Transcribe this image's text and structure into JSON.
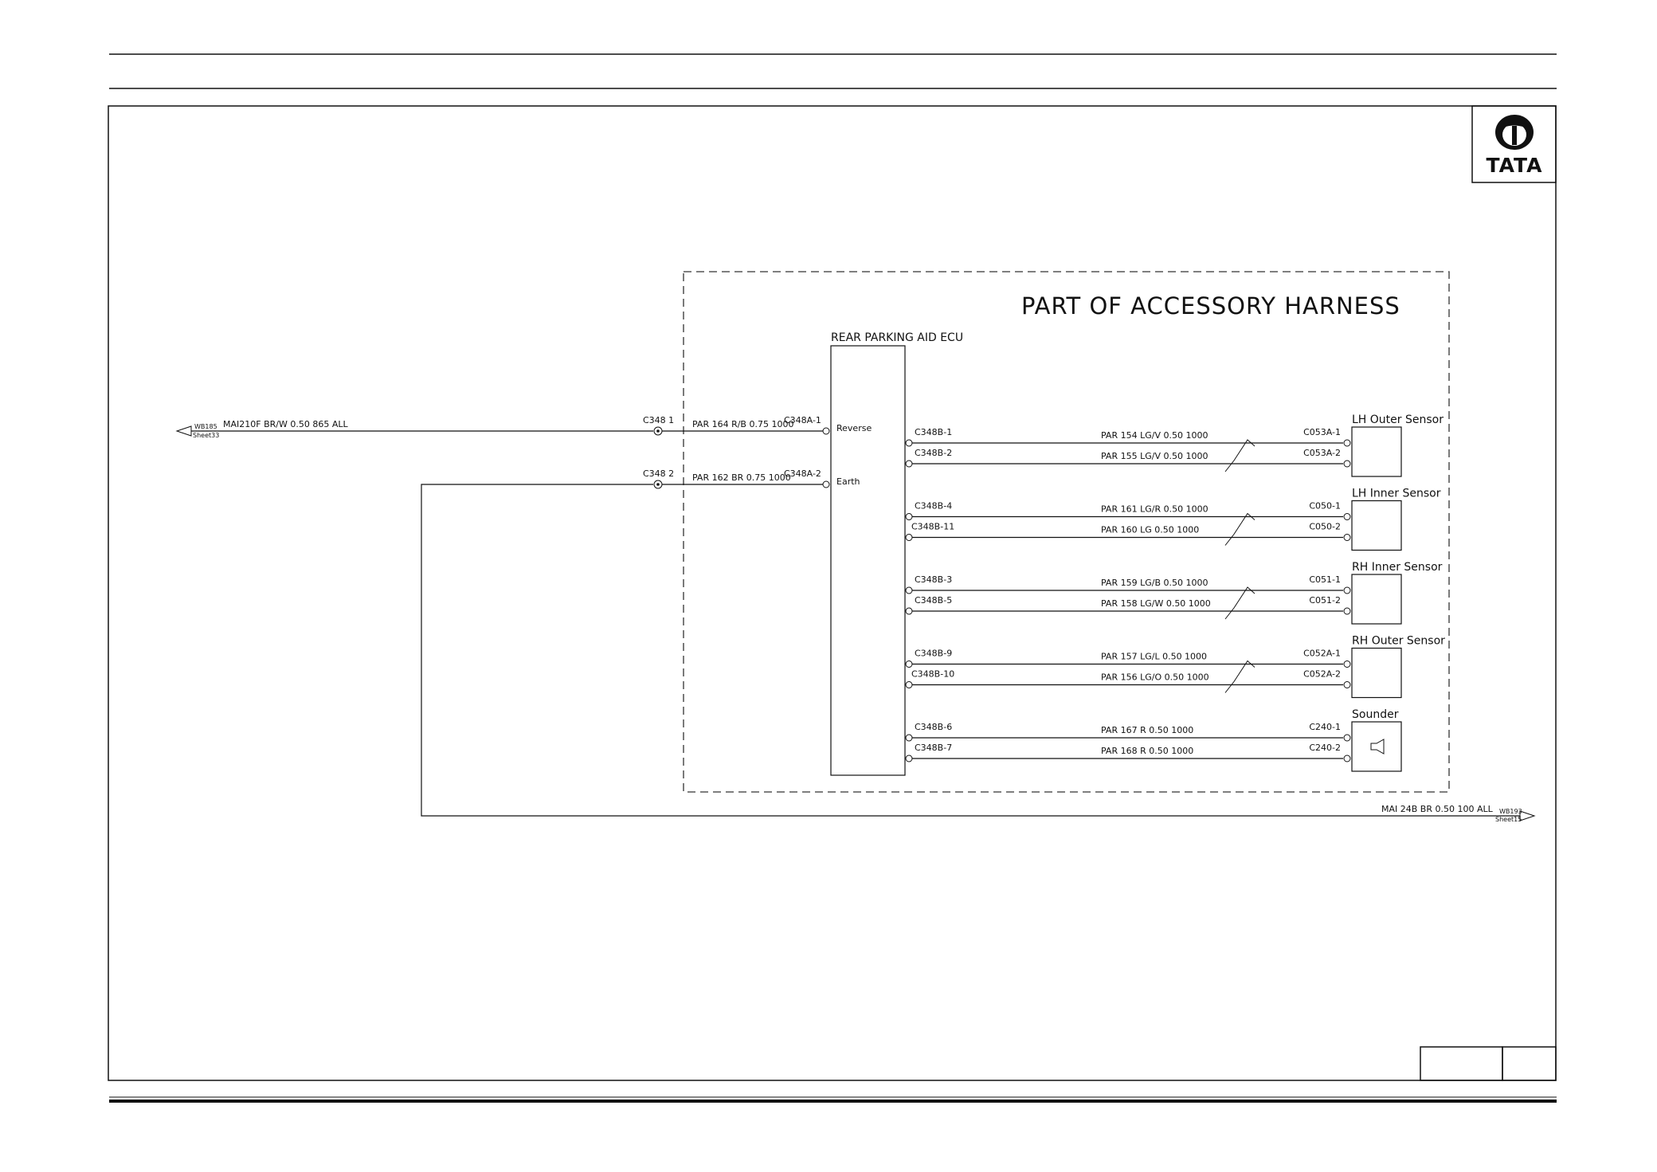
{
  "brand": {
    "logo_text": "TATA"
  },
  "harness": {
    "title": "PART OF ACCESSORY HARNESS"
  },
  "ecu": {
    "label": "REAR PARKING AID ECU",
    "pins": {
      "reverse": "Reverse",
      "earth": "Earth"
    }
  },
  "inline_connector": {
    "pin1": "C348 1",
    "pin2": "C348 2",
    "ecu_pin1": "C348A-1",
    "ecu_pin2": "C348A-2",
    "wire1": "PAR 164 R/B 0.75 1000",
    "wire2": "PAR 162 BR 0.75 1000"
  },
  "off_sheet": {
    "left_ref": "WB185",
    "left_sheet": "Sheet33",
    "left_wire": "MAI210F BR/W 0.50 865 ALL",
    "right_ref": "WB193",
    "right_sheet": "Sheet15",
    "right_wire": "MAI 24B BR 0.50 100 ALL"
  },
  "devices": [
    {
      "name": "LH Outer Sensor",
      "pins": [
        {
          "ecu_pin": "C348B-1",
          "wire": "PAR 154 LG/V 0.50 1000",
          "dev_pin": "C053A-1"
        },
        {
          "ecu_pin": "C348B-2",
          "wire": "PAR 155 LG/V 0.50 1000",
          "dev_pin": "C053A-2"
        }
      ]
    },
    {
      "name": "LH Inner Sensor",
      "pins": [
        {
          "ecu_pin": "C348B-4",
          "wire": "PAR 161 LG/R 0.50 1000",
          "dev_pin": "C050-1"
        },
        {
          "ecu_pin": "C348B-11",
          "wire": "PAR 160 LG 0.50 1000",
          "dev_pin": "C050-2"
        }
      ]
    },
    {
      "name": "RH Inner Sensor",
      "pins": [
        {
          "ecu_pin": "C348B-3",
          "wire": "PAR 159 LG/B 0.50 1000",
          "dev_pin": "C051-1"
        },
        {
          "ecu_pin": "C348B-5",
          "wire": "PAR 158 LG/W 0.50 1000",
          "dev_pin": "C051-2"
        }
      ]
    },
    {
      "name": "RH Outer Sensor",
      "pins": [
        {
          "ecu_pin": "C348B-9",
          "wire": "PAR 157 LG/L 0.50 1000",
          "dev_pin": "C052A-1"
        },
        {
          "ecu_pin": "C348B-10",
          "wire": "PAR 156 LG/O 0.50 1000",
          "dev_pin": "C052A-2"
        }
      ]
    },
    {
      "name": "Sounder",
      "pins": [
        {
          "ecu_pin": "C348B-6",
          "wire": "PAR 167 R 0.50 1000",
          "dev_pin": "C240-1"
        },
        {
          "ecu_pin": "C348B-7",
          "wire": "PAR 168 R 0.50 1000",
          "dev_pin": "C240-2"
        }
      ]
    }
  ]
}
